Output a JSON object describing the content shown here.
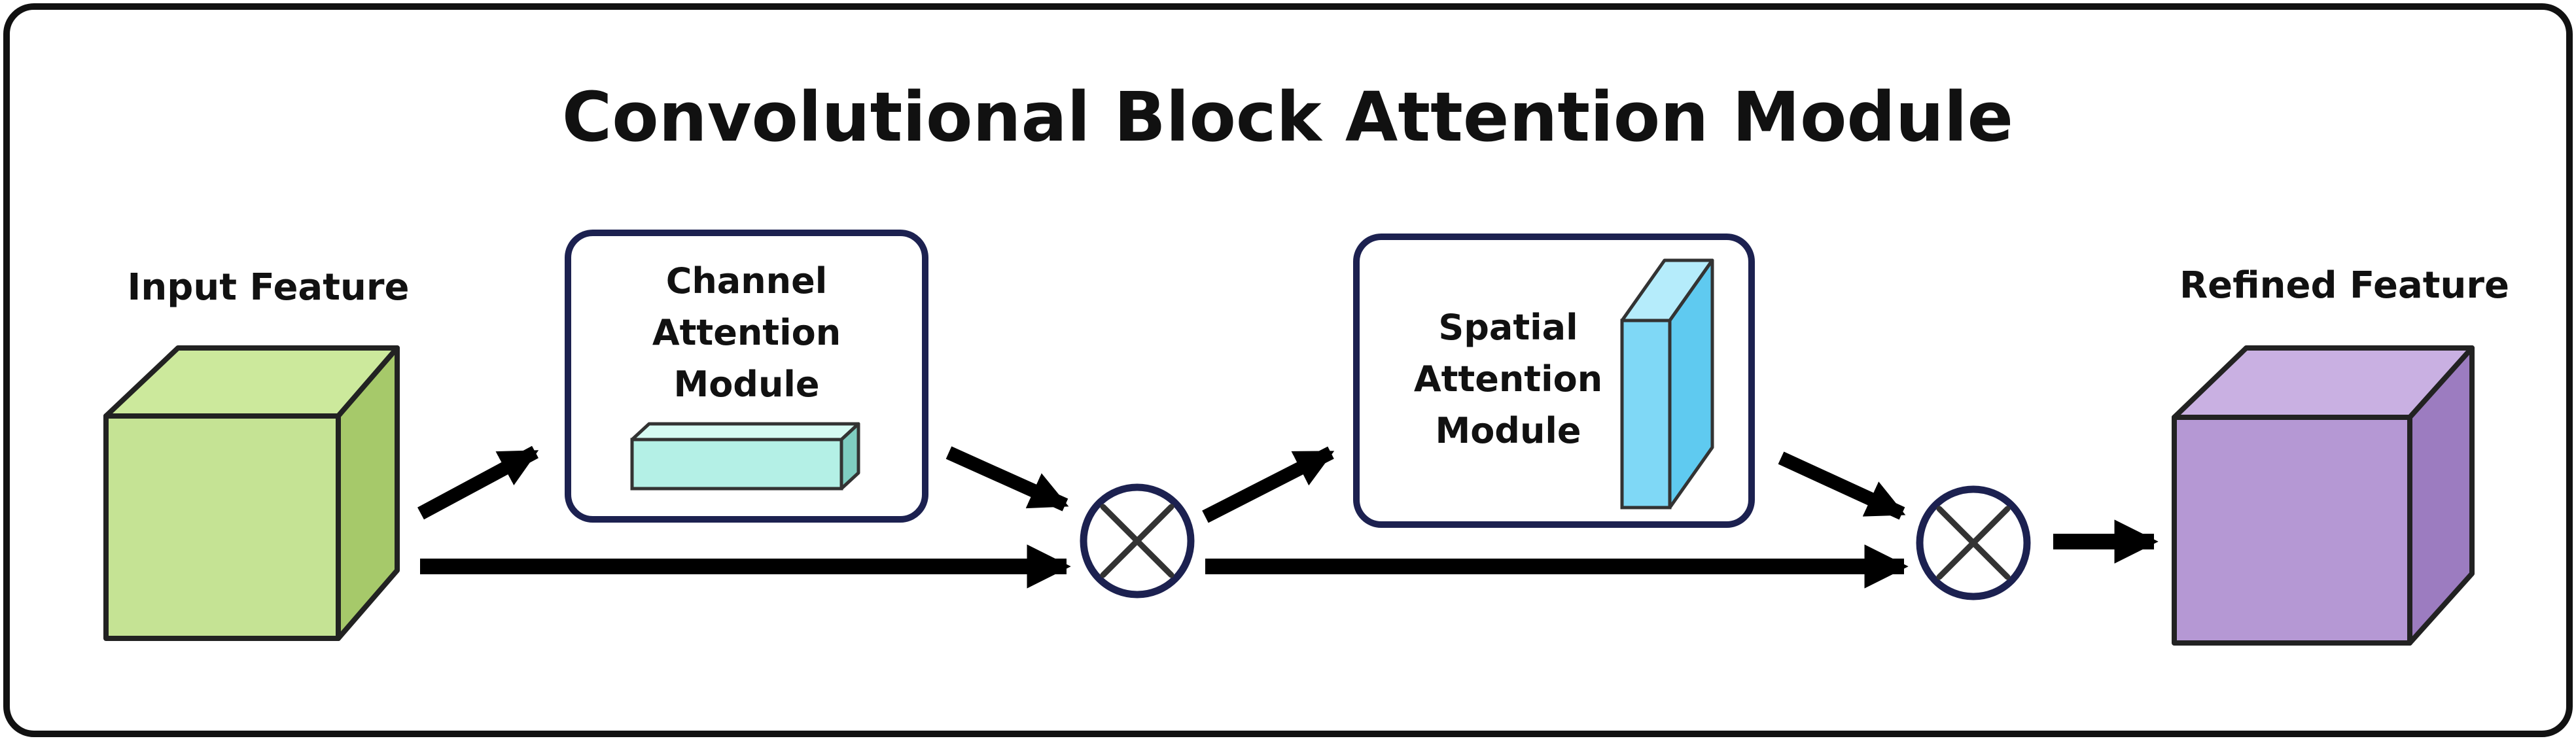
{
  "title": "Convolutional Block Attention Module",
  "input_feature": {
    "label": "Input Feature"
  },
  "channel_attention": {
    "line1": "Channel",
    "line2": "Attention",
    "line3": "Module"
  },
  "spatial_attention": {
    "line1": "Spatial",
    "line2": "Attention",
    "line3": "Module"
  },
  "refined_feature": {
    "label": "Refined Feature"
  },
  "operator_symbol": "multiply-icon",
  "colors": {
    "input_cube": "#c5e394",
    "channel_bar": "#b4f0e6",
    "spatial_slab": "#7fd8f6",
    "refined_cube": "#b598d4",
    "module_border": "#1c2150",
    "frame_border": "#111111"
  }
}
